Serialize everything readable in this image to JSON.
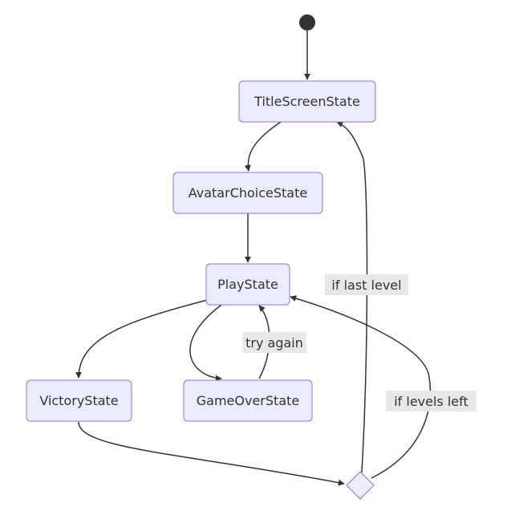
{
  "states": {
    "title_screen": "TitleScreenState",
    "avatar_choice": "AvatarChoiceState",
    "play": "PlayState",
    "victory": "VictoryState",
    "game_over": "GameOverState"
  },
  "transitions": {
    "try_again": "try again",
    "if_last_level": "if last level",
    "if_levels_left": "if levels left"
  },
  "colors": {
    "node_fill": "#ECECFF",
    "node_stroke": "#9370DB",
    "edge": "#333333",
    "label_bg": "#e8e8e8"
  }
}
